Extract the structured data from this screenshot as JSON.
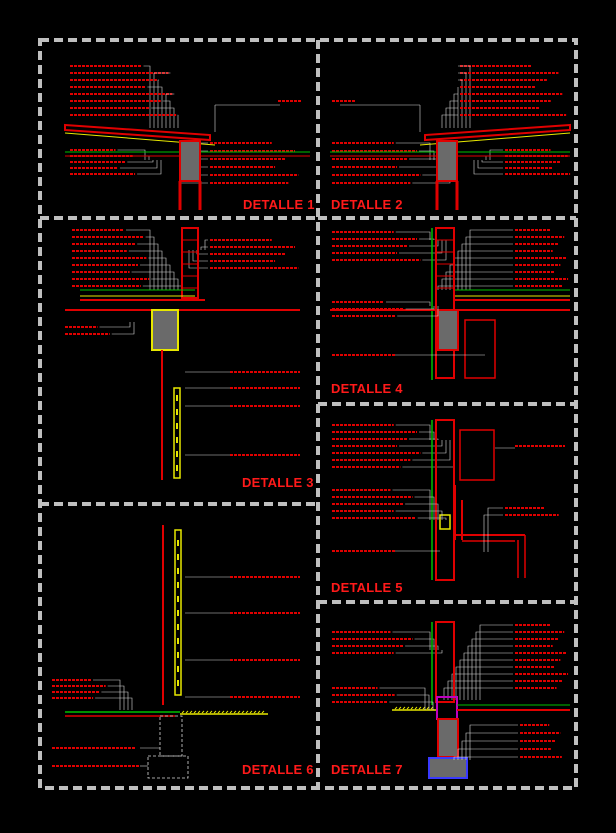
{
  "sheet": {
    "detail_labels": [
      "DETALLE 1",
      "DETALLE 2",
      "DETALLE 3",
      "DETALLE 4",
      "DETALLE 5",
      "DETALLE 6",
      "DETALLE 7"
    ]
  },
  "colors": {
    "background": "#000000",
    "frame_dash": "#bfbfbf",
    "label_red": "#ff1a1a",
    "line_red": "#e00000",
    "line_green": "#00c000",
    "line_yellow": "#e8e800",
    "line_white": "#d9d9d9",
    "concrete": "#6a6a6a",
    "block_blue": "#3a3aff",
    "block_magenta": "#c000c0"
  }
}
